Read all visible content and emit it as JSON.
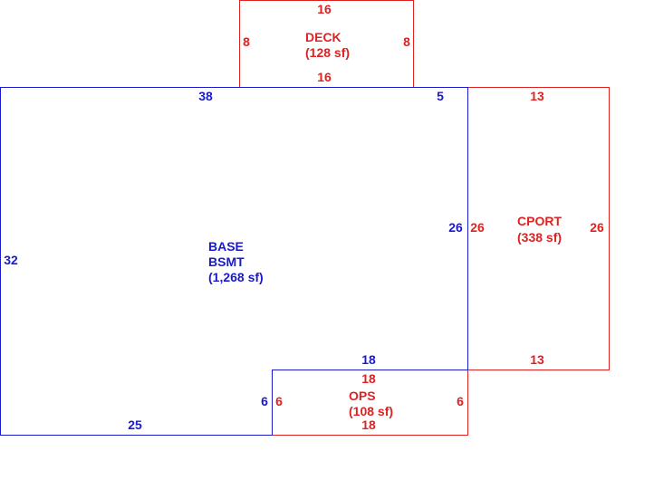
{
  "colors": {
    "base": "#1a1acc",
    "addition": "#dd2222",
    "background": "#ffffff"
  },
  "areas": {
    "base": {
      "name1": "BASE",
      "name2": "BSMT",
      "area": "(1,268 sf)",
      "dims": {
        "top_left": "38",
        "top_right": "5",
        "right": "26",
        "inner_top": "18",
        "inner_side": "6",
        "bottom": "25",
        "left": "32"
      }
    },
    "deck": {
      "name": "DECK",
      "area": "(128 sf)",
      "dims": {
        "top": "16",
        "bottom": "16",
        "left": "8",
        "right": "8"
      }
    },
    "cport": {
      "name": "CPORT",
      "area": "(338 sf)",
      "dims": {
        "top": "13",
        "bottom": "13",
        "left": "26",
        "right": "26"
      }
    },
    "ops": {
      "name": "OPS",
      "area": "(108 sf)",
      "dims": {
        "top": "18",
        "bottom": "18",
        "left": "6",
        "right": "6"
      }
    }
  }
}
